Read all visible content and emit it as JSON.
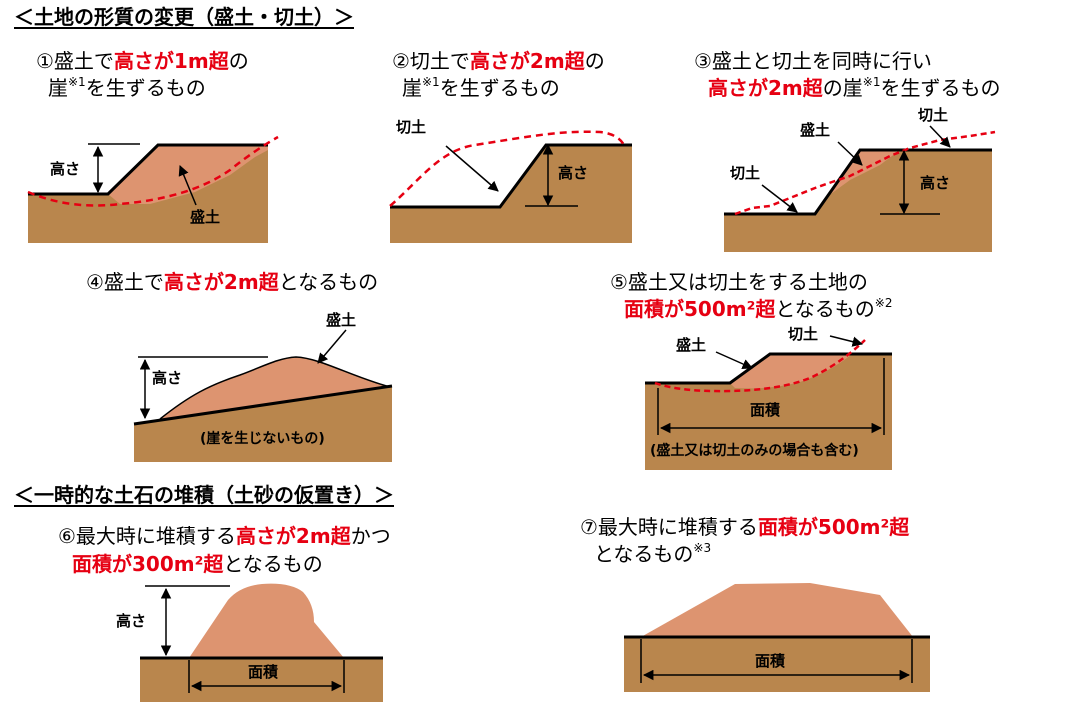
{
  "headings": {
    "section1": "＜土地の形質の変更（盛土・切土）＞",
    "section2": "＜一時的な土石の堆積（土砂の仮置き）＞"
  },
  "captions": {
    "c1": {
      "a": "①盛土で",
      "red": "高さが1m超",
      "b": "の",
      "line2": "崖",
      "sup": "※1",
      "line2b": "を生ずるもの"
    },
    "c2": {
      "a": "②切土で",
      "red": "高さが2m超",
      "b": "の",
      "line2": "崖",
      "sup": "※1",
      "line2b": "を生ずるもの"
    },
    "c3": {
      "a": "③盛土と切土を同時に行い",
      "red": "高さが2m超",
      "b": "の崖",
      "sup": "※1",
      "c": "を生ずるもの"
    },
    "c4": {
      "a": "④盛土で",
      "red": "高さが2m超",
      "b": "となるもの"
    },
    "c5": {
      "a": "⑤盛土又は切土をする土地の",
      "red": "面積が500m²超",
      "b": "となるもの",
      "sup": "※2"
    },
    "c6": {
      "a": "⑥最大時に堆積する",
      "red": "高さが2m超",
      "b": "かつ",
      "red2": "面積が300m²超",
      "c": "となるもの"
    },
    "c7": {
      "a": "⑦最大時に堆積する",
      "red": "面積が500m²超",
      "b": "となるもの",
      "sup": "※3"
    }
  },
  "labels": {
    "height": "高さ",
    "fill": "盛土",
    "cut": "切土",
    "area": "面積",
    "no_cliff": "(崖を生じないもの)",
    "either_only": "(盛土又は切土のみの場合も含む)"
  },
  "colors": {
    "ground": "#b9864d",
    "fill": "#dd9470",
    "accent_red": "#e60012",
    "line": "#000000"
  }
}
